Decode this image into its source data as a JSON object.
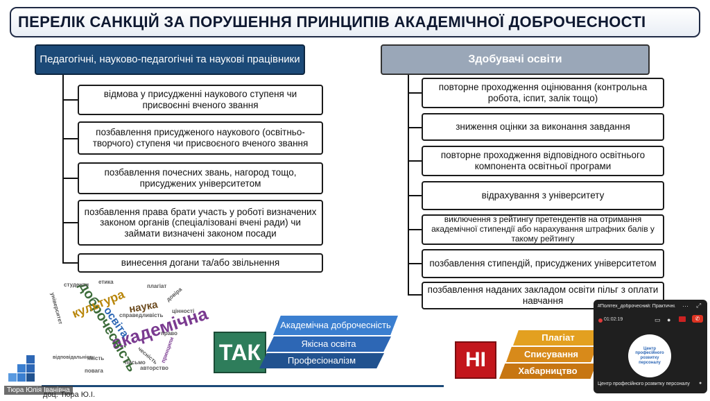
{
  "title": "ПЕРЕЛІК САНКЦІЙ ЗА ПОРУШЕННЯ ПРИНЦИПІВ АКАДЕМІЧНОЇ ДОБРОЧЕСНОСТІ",
  "left": {
    "header": "Педагогічні, науково-педагогічні та наукові працівники",
    "items": [
      "відмова у присудженні наукового ступеня чи присвоєнні вченого звання",
      "позбавлення присудженого наукового (освітньо-творчого) ступеня чи присвоєного вченого звання",
      "позбавлення почесних звань, нагород тощо, присуджених університетом",
      "позбавлення права брати участь у роботі визначених законом органів (спеціалізовані вчені ради) чи займати визначені законом посади",
      "винесення догани та/або звільнення"
    ]
  },
  "right": {
    "header": "Здобувачі освіти",
    "items": [
      "повторне проходження оцінювання (контрольна робота, іспит, залік тощо)",
      "зниження оцінки за виконання завдання",
      "повторне проходження відповідного освітнього компонента освітньої програми",
      "відрахування з університету",
      "виключення з рейтингу претендентів на отримання академічної стипендії або нарахування штрафних балів у такому рейтингу",
      "позбавлення стипендій, присуджених університетом",
      "позбавлення наданих закладом освіти пільг з оплати навчання"
    ]
  },
  "wordcloud": {
    "words": [
      "академічна",
      "доброчесність",
      "культура",
      "освіта",
      "наука",
      "справедливість",
      "університет",
      "чесність",
      "принципи",
      "повага",
      "довіра",
      "студенти",
      "авторство",
      "відповідальність",
      "плагіат",
      "право",
      "етика",
      "якість",
      "цінності",
      "письмо"
    ]
  },
  "yes": {
    "label": "ТАК",
    "items": [
      "Академічна доброчесність",
      "Якісна освіта",
      "Професіоналізм"
    ]
  },
  "no": {
    "label": "НІ",
    "items": [
      "Плагіат",
      "Списування",
      "Хабарництво"
    ]
  },
  "video_call": {
    "title": "#Політех_доброчесний: Практичні...",
    "timer": "01:02:19",
    "org_name": "Центр професійного розвитку персоналу",
    "logo_text": "Центр професійного розвитку персоналу"
  },
  "presenter": {
    "name_tag": "Тюра Юлія Іванівна",
    "caption": "доц. Тюра Ю.І."
  },
  "colors": {
    "left_header": "#1c4a78",
    "right_header": "#9aa7b8",
    "yes_green": "#2e7d5b",
    "no_red": "#c3161c",
    "yes_arrow": "#2d67b5",
    "no_arrow": "#d88a1a"
  }
}
